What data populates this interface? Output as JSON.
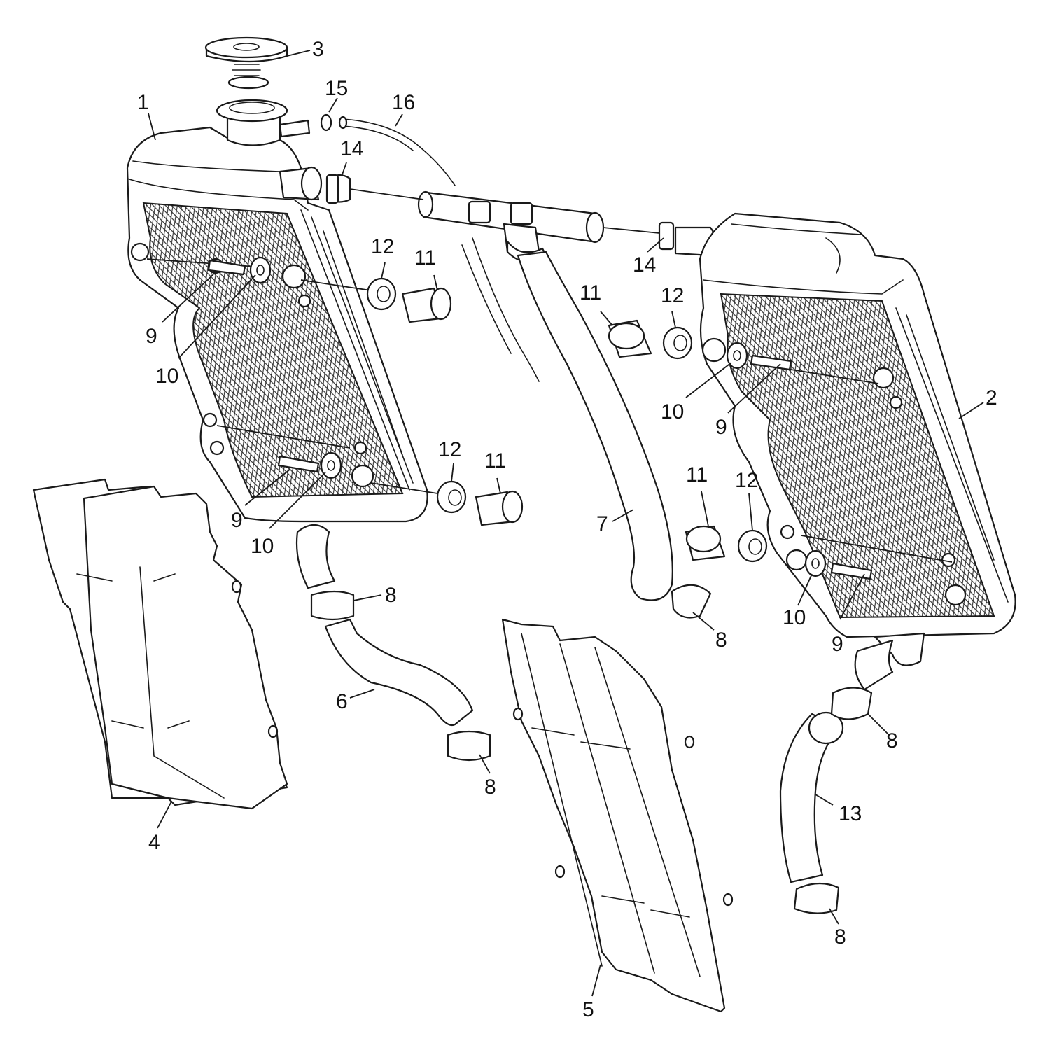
{
  "diagram": {
    "callouts": [
      {
        "id": "c1",
        "label": "1"
      },
      {
        "id": "c2",
        "label": "2"
      },
      {
        "id": "c3",
        "label": "3"
      },
      {
        "id": "c4",
        "label": "4"
      },
      {
        "id": "c5",
        "label": "5"
      },
      {
        "id": "c6",
        "label": "6"
      },
      {
        "id": "c7",
        "label": "7"
      },
      {
        "id": "c8a",
        "label": "8"
      },
      {
        "id": "c8b",
        "label": "8"
      },
      {
        "id": "c8c",
        "label": "8"
      },
      {
        "id": "c8d",
        "label": "8"
      },
      {
        "id": "c8e",
        "label": "8"
      },
      {
        "id": "c9a",
        "label": "9"
      },
      {
        "id": "c9b",
        "label": "9"
      },
      {
        "id": "c9c",
        "label": "9"
      },
      {
        "id": "c9d",
        "label": "9"
      },
      {
        "id": "c10a",
        "label": "10"
      },
      {
        "id": "c10b",
        "label": "10"
      },
      {
        "id": "c10c",
        "label": "10"
      },
      {
        "id": "c10d",
        "label": "10"
      },
      {
        "id": "c11a",
        "label": "11"
      },
      {
        "id": "c11b",
        "label": "11"
      },
      {
        "id": "c11c",
        "label": "11"
      },
      {
        "id": "c11d",
        "label": "11"
      },
      {
        "id": "c12a",
        "label": "12"
      },
      {
        "id": "c12b",
        "label": "12"
      },
      {
        "id": "c12c",
        "label": "12"
      },
      {
        "id": "c12d",
        "label": "12"
      },
      {
        "id": "c13",
        "label": "13"
      },
      {
        "id": "c14a",
        "label": "14"
      },
      {
        "id": "c14b",
        "label": "14"
      },
      {
        "id": "c15",
        "label": "15"
      },
      {
        "id": "c16",
        "label": "16"
      }
    ]
  }
}
